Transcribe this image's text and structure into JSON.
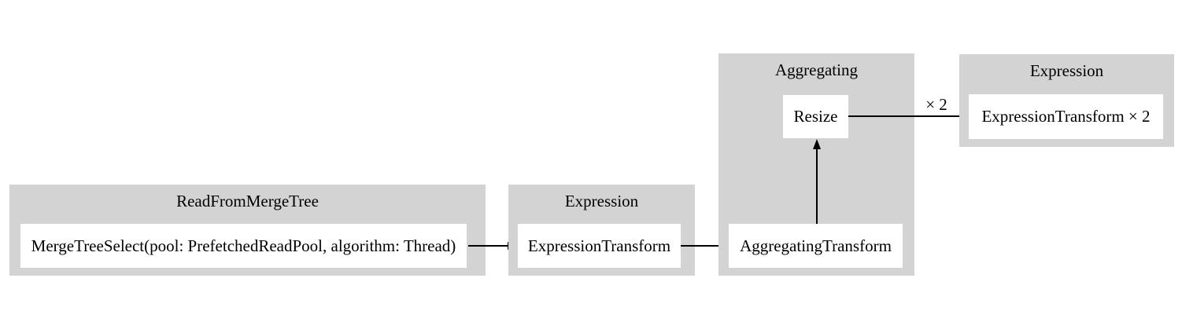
{
  "diagram": {
    "type": "pipeline-graph",
    "colors": {
      "background": "#ffffff",
      "cluster_fill": "#d3d3d3",
      "node_fill": "#ffffff",
      "edge": "#000000",
      "text": "#000000"
    },
    "clusters": [
      {
        "label": "ReadFromMergeTree",
        "nodes": [
          {
            "label": "MergeTreeSelect(pool: PrefetchedReadPool, algorithm: Thread)"
          }
        ]
      },
      {
        "label": "Expression",
        "nodes": [
          {
            "label": "ExpressionTransform"
          }
        ]
      },
      {
        "label": "Aggregating",
        "nodes": [
          {
            "label": "Resize"
          },
          {
            "label": "AggregatingTransform"
          }
        ]
      },
      {
        "label": "Expression",
        "nodes": [
          {
            "label": "ExpressionTransform × 2"
          }
        ]
      }
    ],
    "edges": [
      {
        "from": "MergeTreeSelect(pool: PrefetchedReadPool, algorithm: Thread)",
        "to": "ExpressionTransform",
        "label": ""
      },
      {
        "from": "ExpressionTransform",
        "to": "AggregatingTransform",
        "label": ""
      },
      {
        "from": "AggregatingTransform",
        "to": "Resize",
        "label": ""
      },
      {
        "from": "Resize",
        "to": "ExpressionTransform × 2",
        "label": "× 2"
      }
    ]
  }
}
